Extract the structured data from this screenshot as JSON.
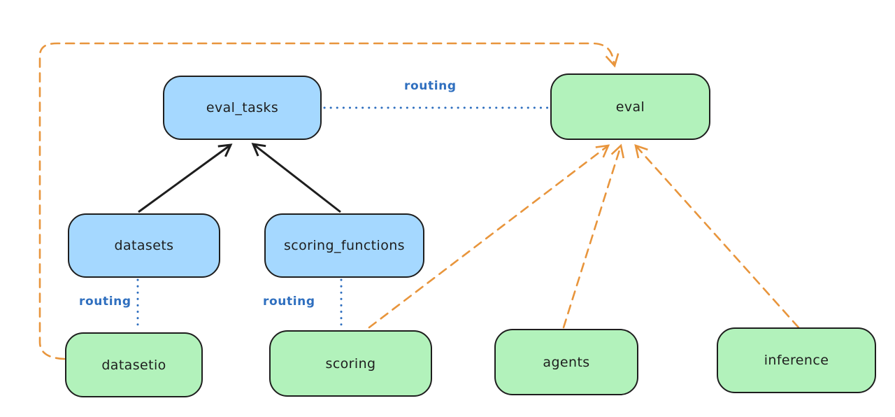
{
  "colors": {
    "background": "#ffffff",
    "node_blue_fill": "#a5d8ff",
    "node_green_fill": "#b2f2bb",
    "node_stroke": "#1e1e1e",
    "text": "#1e1e1e",
    "routing_blue": "#2f6fbf",
    "orange": "#e8953c",
    "arrow_black": "#1e1e1e"
  },
  "diagram": {
    "nodes": [
      {
        "id": "eval_tasks",
        "label": "eval_tasks",
        "variant": "blue"
      },
      {
        "id": "eval",
        "label": "eval",
        "variant": "green"
      },
      {
        "id": "datasets",
        "label": "datasets",
        "variant": "blue"
      },
      {
        "id": "scoring_functions",
        "label": "scoring_functions",
        "variant": "blue"
      },
      {
        "id": "datasetio",
        "label": "datasetio",
        "variant": "green"
      },
      {
        "id": "scoring",
        "label": "scoring",
        "variant": "green"
      },
      {
        "id": "agents",
        "label": "agents",
        "variant": "green"
      },
      {
        "id": "inference",
        "label": "inference",
        "variant": "green"
      }
    ],
    "edges": [
      {
        "from": "datasets",
        "to": "eval_tasks",
        "style": "solid-black-arrow"
      },
      {
        "from": "scoring_functions",
        "to": "eval_tasks",
        "style": "solid-black-arrow"
      },
      {
        "from": "eval_tasks",
        "to": "eval",
        "style": "dotted-blue",
        "label": "routing"
      },
      {
        "from": "datasets",
        "to": "datasetio",
        "style": "dotted-blue",
        "label": "routing"
      },
      {
        "from": "scoring_functions",
        "to": "scoring",
        "style": "dotted-blue",
        "label": "routing"
      },
      {
        "from": "datasetio",
        "to": "eval",
        "style": "dashed-orange-arrow"
      },
      {
        "from": "scoring",
        "to": "eval",
        "style": "dashed-orange-arrow"
      },
      {
        "from": "agents",
        "to": "eval",
        "style": "dashed-orange-arrow"
      },
      {
        "from": "inference",
        "to": "eval",
        "style": "dashed-orange-arrow"
      }
    ]
  }
}
